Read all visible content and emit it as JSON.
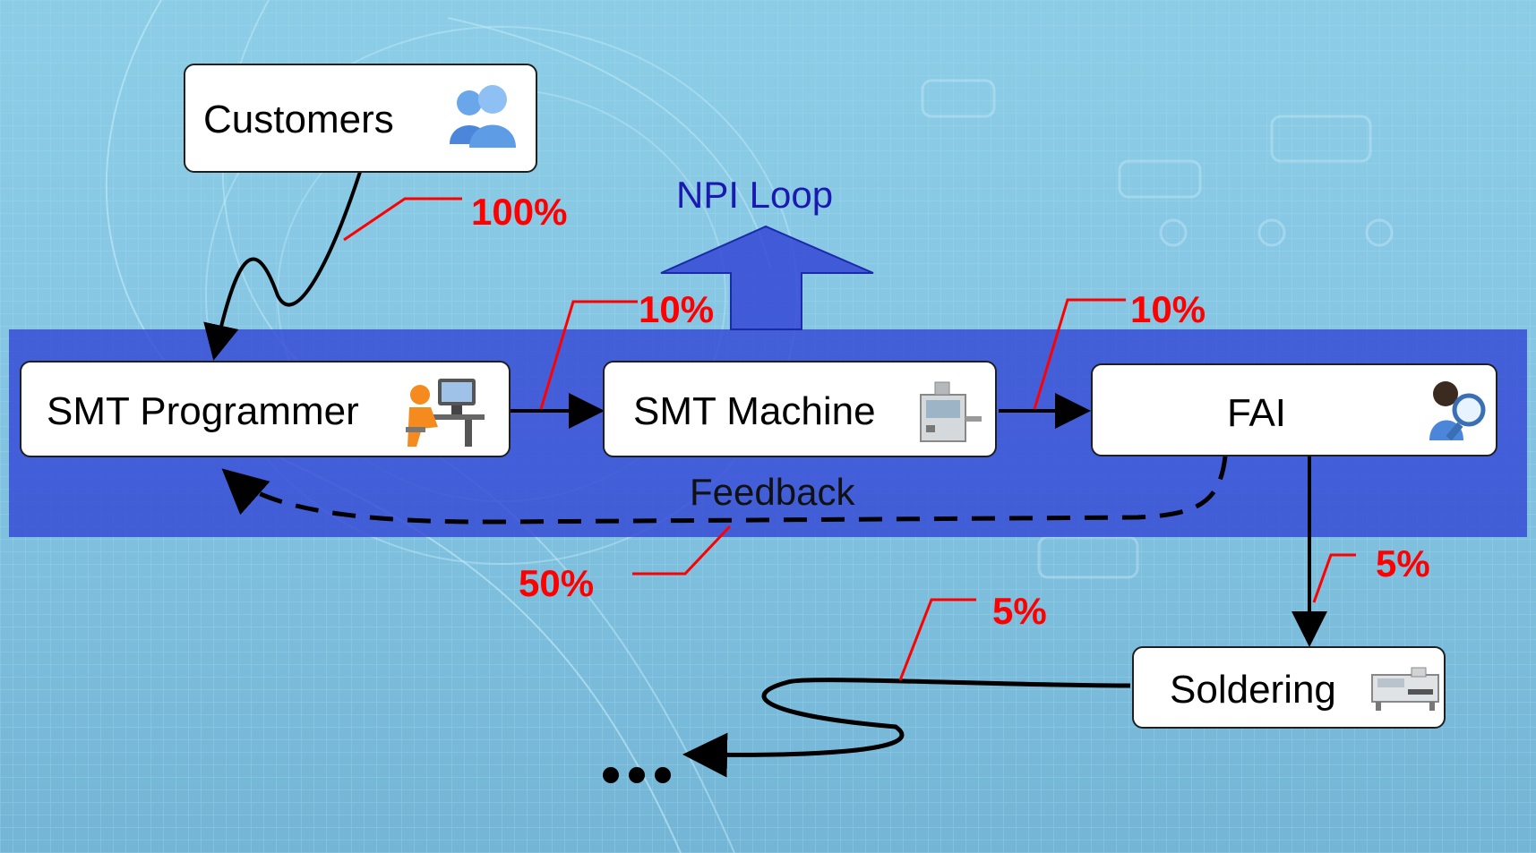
{
  "nodes": {
    "customers": "Customers",
    "smt_programmer": "SMT Programmer",
    "smt_machine": "SMT Machine",
    "fai": "FAI",
    "soldering": "Soldering"
  },
  "labels": {
    "npi_loop": "NPI Loop",
    "feedback": "Feedback"
  },
  "percentages": {
    "customers_to_programmer": "100%",
    "programmer_to_machine": "10%",
    "machine_to_fai": "10%",
    "feedback": "50%",
    "fai_to_soldering": "5%",
    "soldering_onward": "5%"
  },
  "colors": {
    "band": "#3548d6",
    "percent": "#ff0000",
    "npi_loop_text": "#1a1ab0",
    "arrow": "#000000"
  },
  "icons": {
    "customers": "users-icon",
    "smt_programmer": "programmer-at-computer-icon",
    "smt_machine": "smt-machine-icon",
    "fai": "inspector-magnifier-icon",
    "soldering": "soldering-oven-icon"
  }
}
